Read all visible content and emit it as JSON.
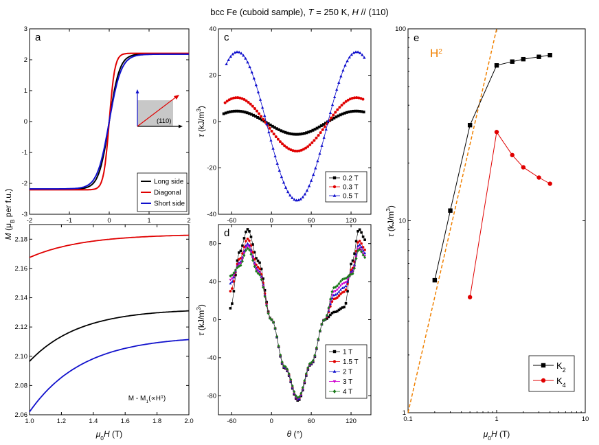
{
  "figure": {
    "title_parts": [
      "bcc Fe (cuboid sample), ",
      "T",
      " = 250 K, ",
      "H",
      " // (110)"
    ]
  },
  "chart_data": [
    {
      "id": "a",
      "type": "line",
      "panel_label": "a",
      "xlim": [
        -2,
        2
      ],
      "ylim": [
        -3,
        3
      ],
      "x_ticks": [
        -2,
        -1,
        0,
        1,
        2
      ],
      "y_ticks": [
        -3,
        -2,
        -1,
        0,
        1,
        2,
        3
      ],
      "shared_ylabel": [
        "M",
        " (μ",
        "B",
        " per f.u.)"
      ],
      "inset": {
        "label": "(110)"
      },
      "legend": {
        "position": "bottom-right"
      },
      "series": [
        {
          "name": "Long side",
          "color": "#000000",
          "Ms": 2.19,
          "H_half": 0.26
        },
        {
          "name": "Diagonal",
          "color": "#e00000",
          "Ms": 2.21,
          "H_half": 0.14
        },
        {
          "name": "Short side",
          "color": "#1010cc",
          "Ms": 2.18,
          "H_half": 0.3
        }
      ]
    },
    {
      "id": "a2",
      "type": "line",
      "xlim": [
        1.0,
        2.0
      ],
      "ylim": [
        2.06,
        2.19
      ],
      "x_ticks": [
        1.0,
        1.2,
        1.4,
        1.6,
        1.8,
        2.0
      ],
      "x_tick_labels": [
        "1.0",
        "1.2",
        "1.4",
        "1.6",
        "1.8",
        "2.0"
      ],
      "y_ticks": [
        2.06,
        2.08,
        2.1,
        2.12,
        2.14,
        2.16,
        2.18
      ],
      "y_tick_labels": [
        "2.06",
        "2.08",
        "2.10",
        "2.12",
        "2.14",
        "2.16",
        "2.18"
      ],
      "xlabel": [
        "μ",
        "0",
        "H",
        " (T)"
      ],
      "annotation": [
        "M - M",
        "1",
        "(∝H",
        "1",
        ")"
      ],
      "series": [
        {
          "color": "#e00000",
          "y_inf": 2.1835,
          "amp": 0.016,
          "k": 3.0
        },
        {
          "color": "#000000",
          "y_inf": 2.1325,
          "amp": 0.036,
          "k": 3.2
        },
        {
          "color": "#1010cc",
          "y_inf": 2.114,
          "amp": 0.052,
          "k": 3.0
        }
      ]
    },
    {
      "id": "c",
      "type": "scatter",
      "panel_label": "c",
      "xlim": [
        -80,
        150
      ],
      "ylim": [
        -40,
        40
      ],
      "x_ticks": [
        -60,
        0,
        60,
        120
      ],
      "y_ticks": [
        -40,
        -20,
        0,
        20,
        40
      ],
      "ylabel": [
        "τ",
        " (kJ/m",
        "3",
        ")"
      ],
      "legend": {
        "position": "bottom-right"
      },
      "series": [
        {
          "name": "0.2 T",
          "color": "#000000",
          "marker": "square",
          "x_start": -72,
          "x_end": 140,
          "a": 5.0,
          "b": 0.4,
          "c": 0.5
        },
        {
          "name": "0.3 T",
          "color": "#e00000",
          "marker": "circle",
          "x_start": -70,
          "x_end": 140,
          "a": 11.5,
          "b": 0.8,
          "c": 1.2
        },
        {
          "name": "0.5 T",
          "color": "#1010cc",
          "marker": "triangle",
          "x_start": -68,
          "x_end": 143,
          "a": 32.0,
          "b": 1.5,
          "c": 2.0
        }
      ]
    },
    {
      "id": "d",
      "type": "scatter",
      "panel_label": "d",
      "xlim": [
        -80,
        150
      ],
      "ylim": [
        -100,
        100
      ],
      "x_ticks": [
        -60,
        0,
        60,
        120
      ],
      "y_ticks": [
        -80,
        -40,
        0,
        40,
        80
      ],
      "ylabel": [
        "τ",
        " (kJ/m",
        "3",
        ")"
      ],
      "xlabel": [
        "θ",
        " (°)"
      ],
      "legend": {
        "position": "bottom-right"
      },
      "series": [
        {
          "name": "1 T",
          "color": "#000000",
          "marker": "square",
          "peak": 95,
          "right_peak": 95,
          "min": -85,
          "shoulder": 8,
          "left_start": 12
        },
        {
          "name": "1.5 T",
          "color": "#e00000",
          "marker": "circle",
          "peak": 85,
          "right_peak": 83,
          "min": -84,
          "shoulder": 22,
          "left_start": 30
        },
        {
          "name": "2 T",
          "color": "#1010cc",
          "marker": "triangle",
          "peak": 80,
          "right_peak": 79,
          "min": -84,
          "shoulder": 26,
          "left_start": 38
        },
        {
          "name": "3 T",
          "color": "#d000d0",
          "marker": "triangle-down",
          "peak": 78,
          "right_peak": 76,
          "min": -83,
          "shoulder": 30,
          "left_start": 42
        },
        {
          "name": "4 T",
          "color": "#1a7a1a",
          "marker": "diamond",
          "peak": 75,
          "right_peak": 74,
          "min": -82,
          "shoulder": 34,
          "left_start": 46
        }
      ]
    },
    {
      "id": "e",
      "type": "line",
      "panel_label": "e",
      "x_scale": "log",
      "y_scale": "log",
      "xlim": [
        0.1,
        10
      ],
      "ylim": [
        1,
        100
      ],
      "x_ticks": [
        0.1,
        1,
        10
      ],
      "x_tick_labels": [
        "0.1",
        "1",
        "10"
      ],
      "y_ticks": [
        1,
        10,
        100
      ],
      "y_tick_labels": [
        "1",
        "10",
        "100"
      ],
      "ylabel": [
        "τ",
        " (kJ/m",
        "3",
        ")"
      ],
      "xlabel": [
        "μ",
        "0",
        "H",
        " (T)"
      ],
      "guide": {
        "label": "H",
        "sup": "2",
        "color": "#f08000",
        "points": [
          [
            0.1,
            1.0
          ],
          [
            1.0,
            100.0
          ]
        ]
      },
      "legend": {
        "position": "bottom-right"
      },
      "series": [
        {
          "name": "K",
          "sub": "2",
          "color": "#000000",
          "marker": "square",
          "x": [
            0.2,
            0.3,
            0.5,
            1,
            1.5,
            2,
            3,
            4
          ],
          "y": [
            4.9,
            11.3,
            31.5,
            64.5,
            67.5,
            69.5,
            71.5,
            73.0
          ]
        },
        {
          "name": "K",
          "sub": "4",
          "color": "#e00000",
          "marker": "circle",
          "x": [
            0.5,
            1,
            1.5,
            2,
            3,
            4
          ],
          "y": [
            4.0,
            29.0,
            22.0,
            19.0,
            16.8,
            15.6
          ]
        }
      ]
    }
  ]
}
